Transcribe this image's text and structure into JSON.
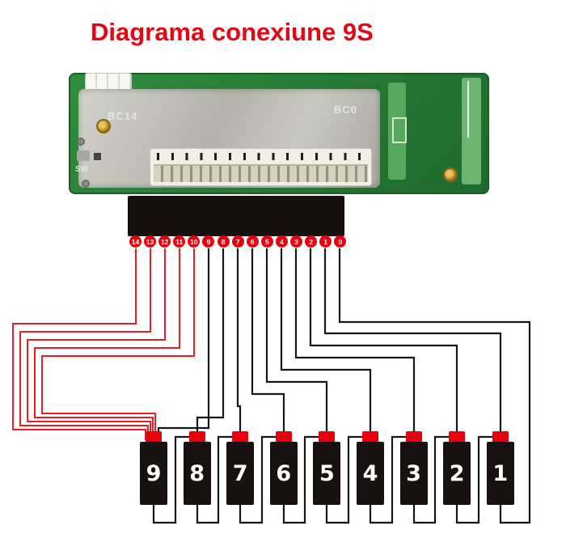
{
  "title": "Diagrama conexiune 9S",
  "pcb": {
    "labels": {
      "left": "BC14",
      "right": "BC0",
      "sw": "SW"
    }
  },
  "pins": [
    "14",
    "13",
    "12",
    "11",
    "10",
    "9",
    "8",
    "7",
    "6",
    "5",
    "4",
    "3",
    "2",
    "1",
    "0"
  ],
  "cells": [
    "9",
    "8",
    "7",
    "6",
    "5",
    "4",
    "3",
    "2",
    "1"
  ],
  "colors": {
    "title_red": "#e30613",
    "pin_badge_red": "#e8000d",
    "wire_red": "#ed1c24",
    "wire_black": "#161616",
    "cell_body_black": "#17120f",
    "cell_cap_red": "#e8000d",
    "pcb_green": "#2f8e3c",
    "shield_silver": "#b8b8b0"
  }
}
